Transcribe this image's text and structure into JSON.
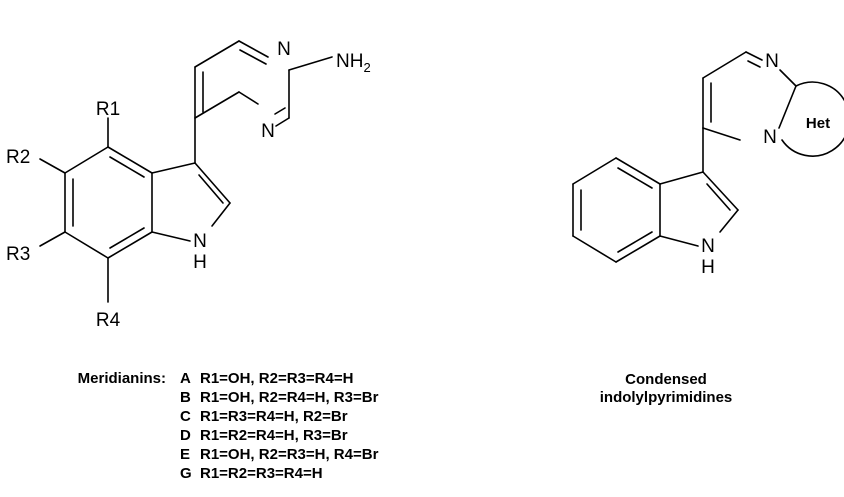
{
  "left_structure": {
    "atoms": {
      "n_top": "N",
      "n_mid": "N",
      "nh_n": "N",
      "nh_h": "H",
      "nh2": "NH",
      "nh2_sub": "2",
      "r1": "R1",
      "r2": "R2",
      "r3": "R3",
      "r4": "R4"
    },
    "caption_label": "Meridianins:",
    "legend": [
      {
        "letter": "A",
        "text": "R1=OH, R2=R3=R4=H"
      },
      {
        "letter": "B",
        "text": "R1=OH, R2=R4=H, R3=Br"
      },
      {
        "letter": "C",
        "text": "R1=R3=R4=H, R2=Br"
      },
      {
        "letter": "D",
        "text": "R1=R2=R4=H, R3=Br"
      },
      {
        "letter": "E",
        "text": "R1=OH, R2=R3=H, R4=Br"
      },
      {
        "letter": "G",
        "text": "R1=R2=R3=R4=H"
      }
    ]
  },
  "right_structure": {
    "atoms": {
      "n_top": "N",
      "n_mid": "N",
      "het": "Het",
      "nh_n": "N",
      "nh_h": "H"
    },
    "caption_line1": "Condensed",
    "caption_line2": "indolylpyrimidines"
  }
}
